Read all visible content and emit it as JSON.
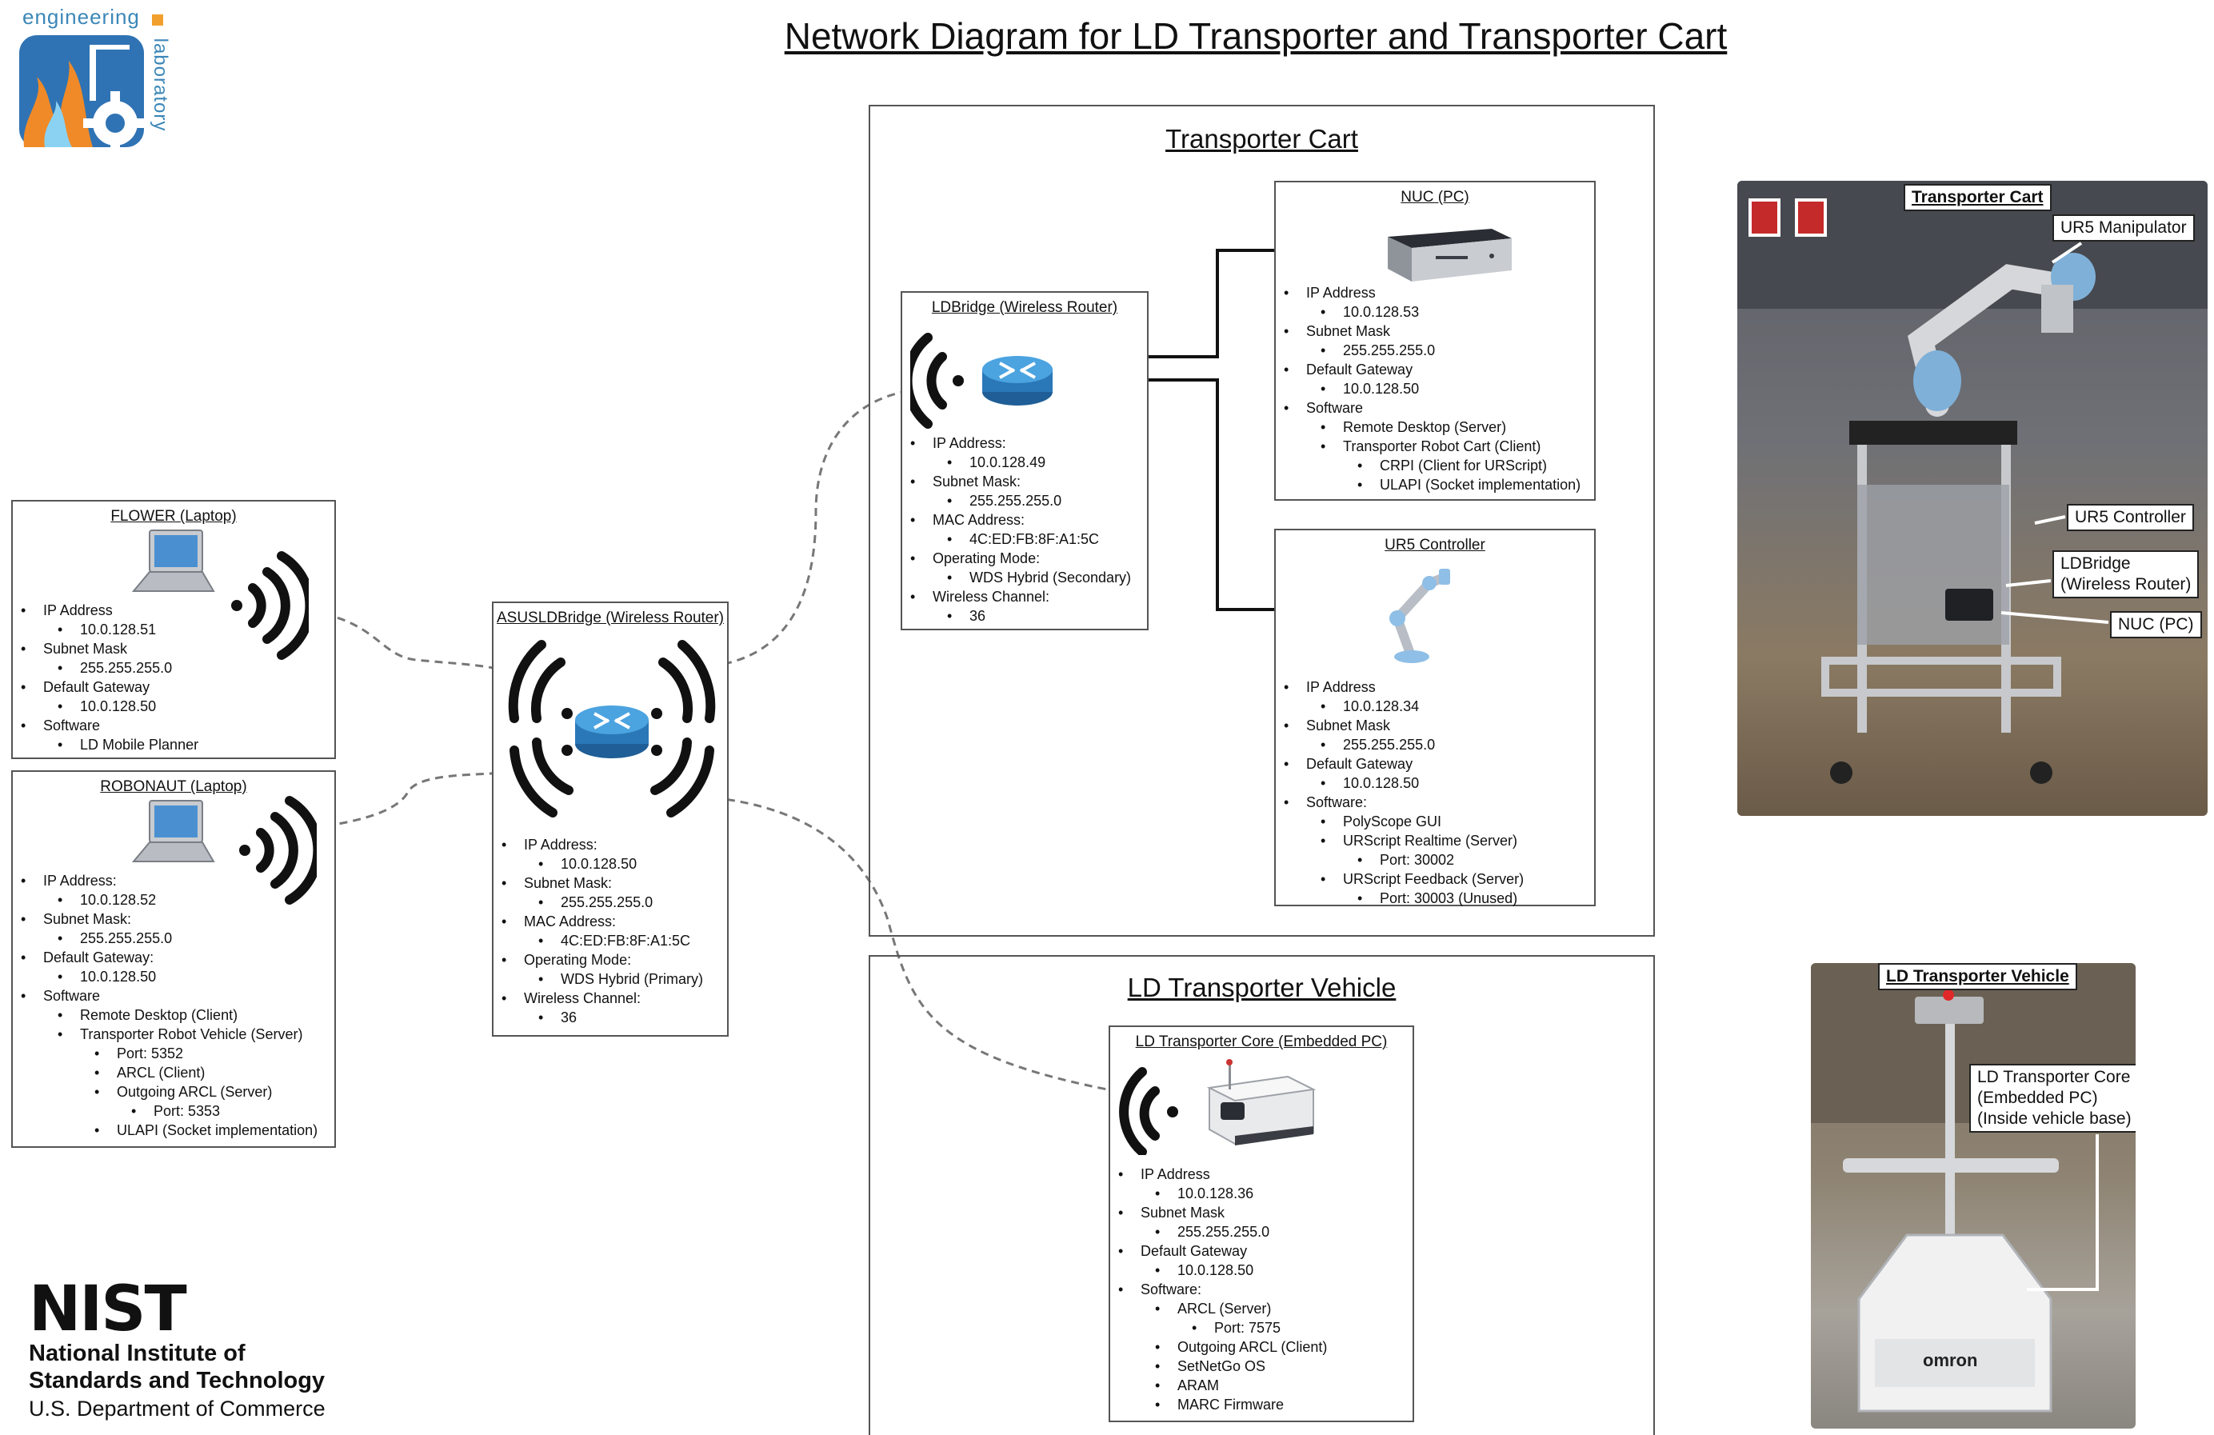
{
  "title": "Network Diagram for LD Transporter and Transporter Cart",
  "logo_el": {
    "line1": "engineering",
    "line2": "laboratory"
  },
  "nist": {
    "wordmark": "NIST",
    "line1": "National Institute of",
    "line2": "Standards and Technology",
    "line3": "U.S. Department of Commerce"
  },
  "groups": {
    "cart": "Transporter Cart",
    "vehicle": "LD Transporter Vehicle"
  },
  "flower": {
    "title": "FLOWER (Laptop)",
    "lines": [
      "IP Address",
      "10.0.128.51",
      "Subnet Mask",
      "255.255.255.0",
      "Default Gateway",
      "10.0.128.50",
      "Software",
      "LD Mobile Planner"
    ]
  },
  "robonaut": {
    "title": "ROBONAUT (Laptop)",
    "lines": [
      "IP Address:",
      "10.0.128.52",
      "Subnet Mask:",
      "255.255.255.0",
      "Default Gateway:",
      "10.0.128.50",
      "Software",
      "Remote Desktop (Client)",
      "Transporter Robot Vehicle (Server)",
      "Port: 5352",
      "ARCL (Client)",
      "Outgoing ARCL (Server)",
      "Port: 5353",
      "ULAPI (Socket implementation)"
    ]
  },
  "asus": {
    "title": "ASUSLDBridge (Wireless Router)",
    "lines": [
      "IP Address:",
      "10.0.128.50",
      "Subnet Mask:",
      "255.255.255.0",
      "MAC Address:",
      "4C:ED:FB:8F:A1:5C",
      "Operating Mode:",
      "WDS Hybrid (Primary)",
      "Wireless Channel:",
      "36"
    ]
  },
  "ldbridge": {
    "title": "LDBridge (Wireless Router)",
    "lines": [
      "IP Address:",
      "10.0.128.49",
      "Subnet Mask:",
      "255.255.255.0",
      "MAC Address:",
      "4C:ED:FB:8F:A1:5C",
      "Operating Mode:",
      "WDS Hybrid (Secondary)",
      "Wireless Channel:",
      "36"
    ]
  },
  "nuc": {
    "title": "NUC (PC)",
    "lines": [
      "IP Address",
      "10.0.128.53",
      "Subnet Mask",
      "255.255.255.0",
      "Default Gateway",
      "10.0.128.50",
      "Software",
      "Remote Desktop (Server)",
      "Transporter Robot Cart (Client)",
      "CRPI (Client for URScript)",
      "ULAPI (Socket implementation)"
    ]
  },
  "ur5": {
    "title": "UR5 Controller",
    "lines": [
      "IP Address",
      "10.0.128.34",
      "Subnet Mask",
      "255.255.255.0",
      "Default Gateway",
      "10.0.128.50",
      "Software:",
      "PolyScope GUI",
      "URScript Realtime (Server)",
      "Port: 30002",
      "URScript Feedback (Server)",
      "Port: 30003 (Unused)"
    ]
  },
  "core": {
    "title": "LD Transporter Core (Embedded PC)",
    "lines": [
      "IP Address",
      "10.0.128.36",
      "Subnet Mask",
      "255.255.255.0",
      "Default Gateway",
      "10.0.128.50",
      "Software:",
      "ARCL (Server)",
      "Port: 7575",
      "Outgoing ARCL (Client)",
      "SetNetGo OS",
      "ARAM",
      "MARC Firmware"
    ]
  },
  "photo_cart": {
    "label": "Transporter Cart",
    "callouts": {
      "ur5m": "UR5 Manipulator",
      "ur5c": "UR5 Controller",
      "ldb1": "LDBridge",
      "ldb2": "(Wireless Router)",
      "nuc": "NUC (PC)"
    }
  },
  "photo_vehicle": {
    "label": "LD Transporter Vehicle",
    "callout": [
      "LD Transporter Core",
      "(Embedded PC)",
      "(Inside vehicle base)"
    ],
    "brand": "omron"
  },
  "colors": {
    "router": "#3a8fd0",
    "link": "#777777",
    "wire": "#111111"
  }
}
